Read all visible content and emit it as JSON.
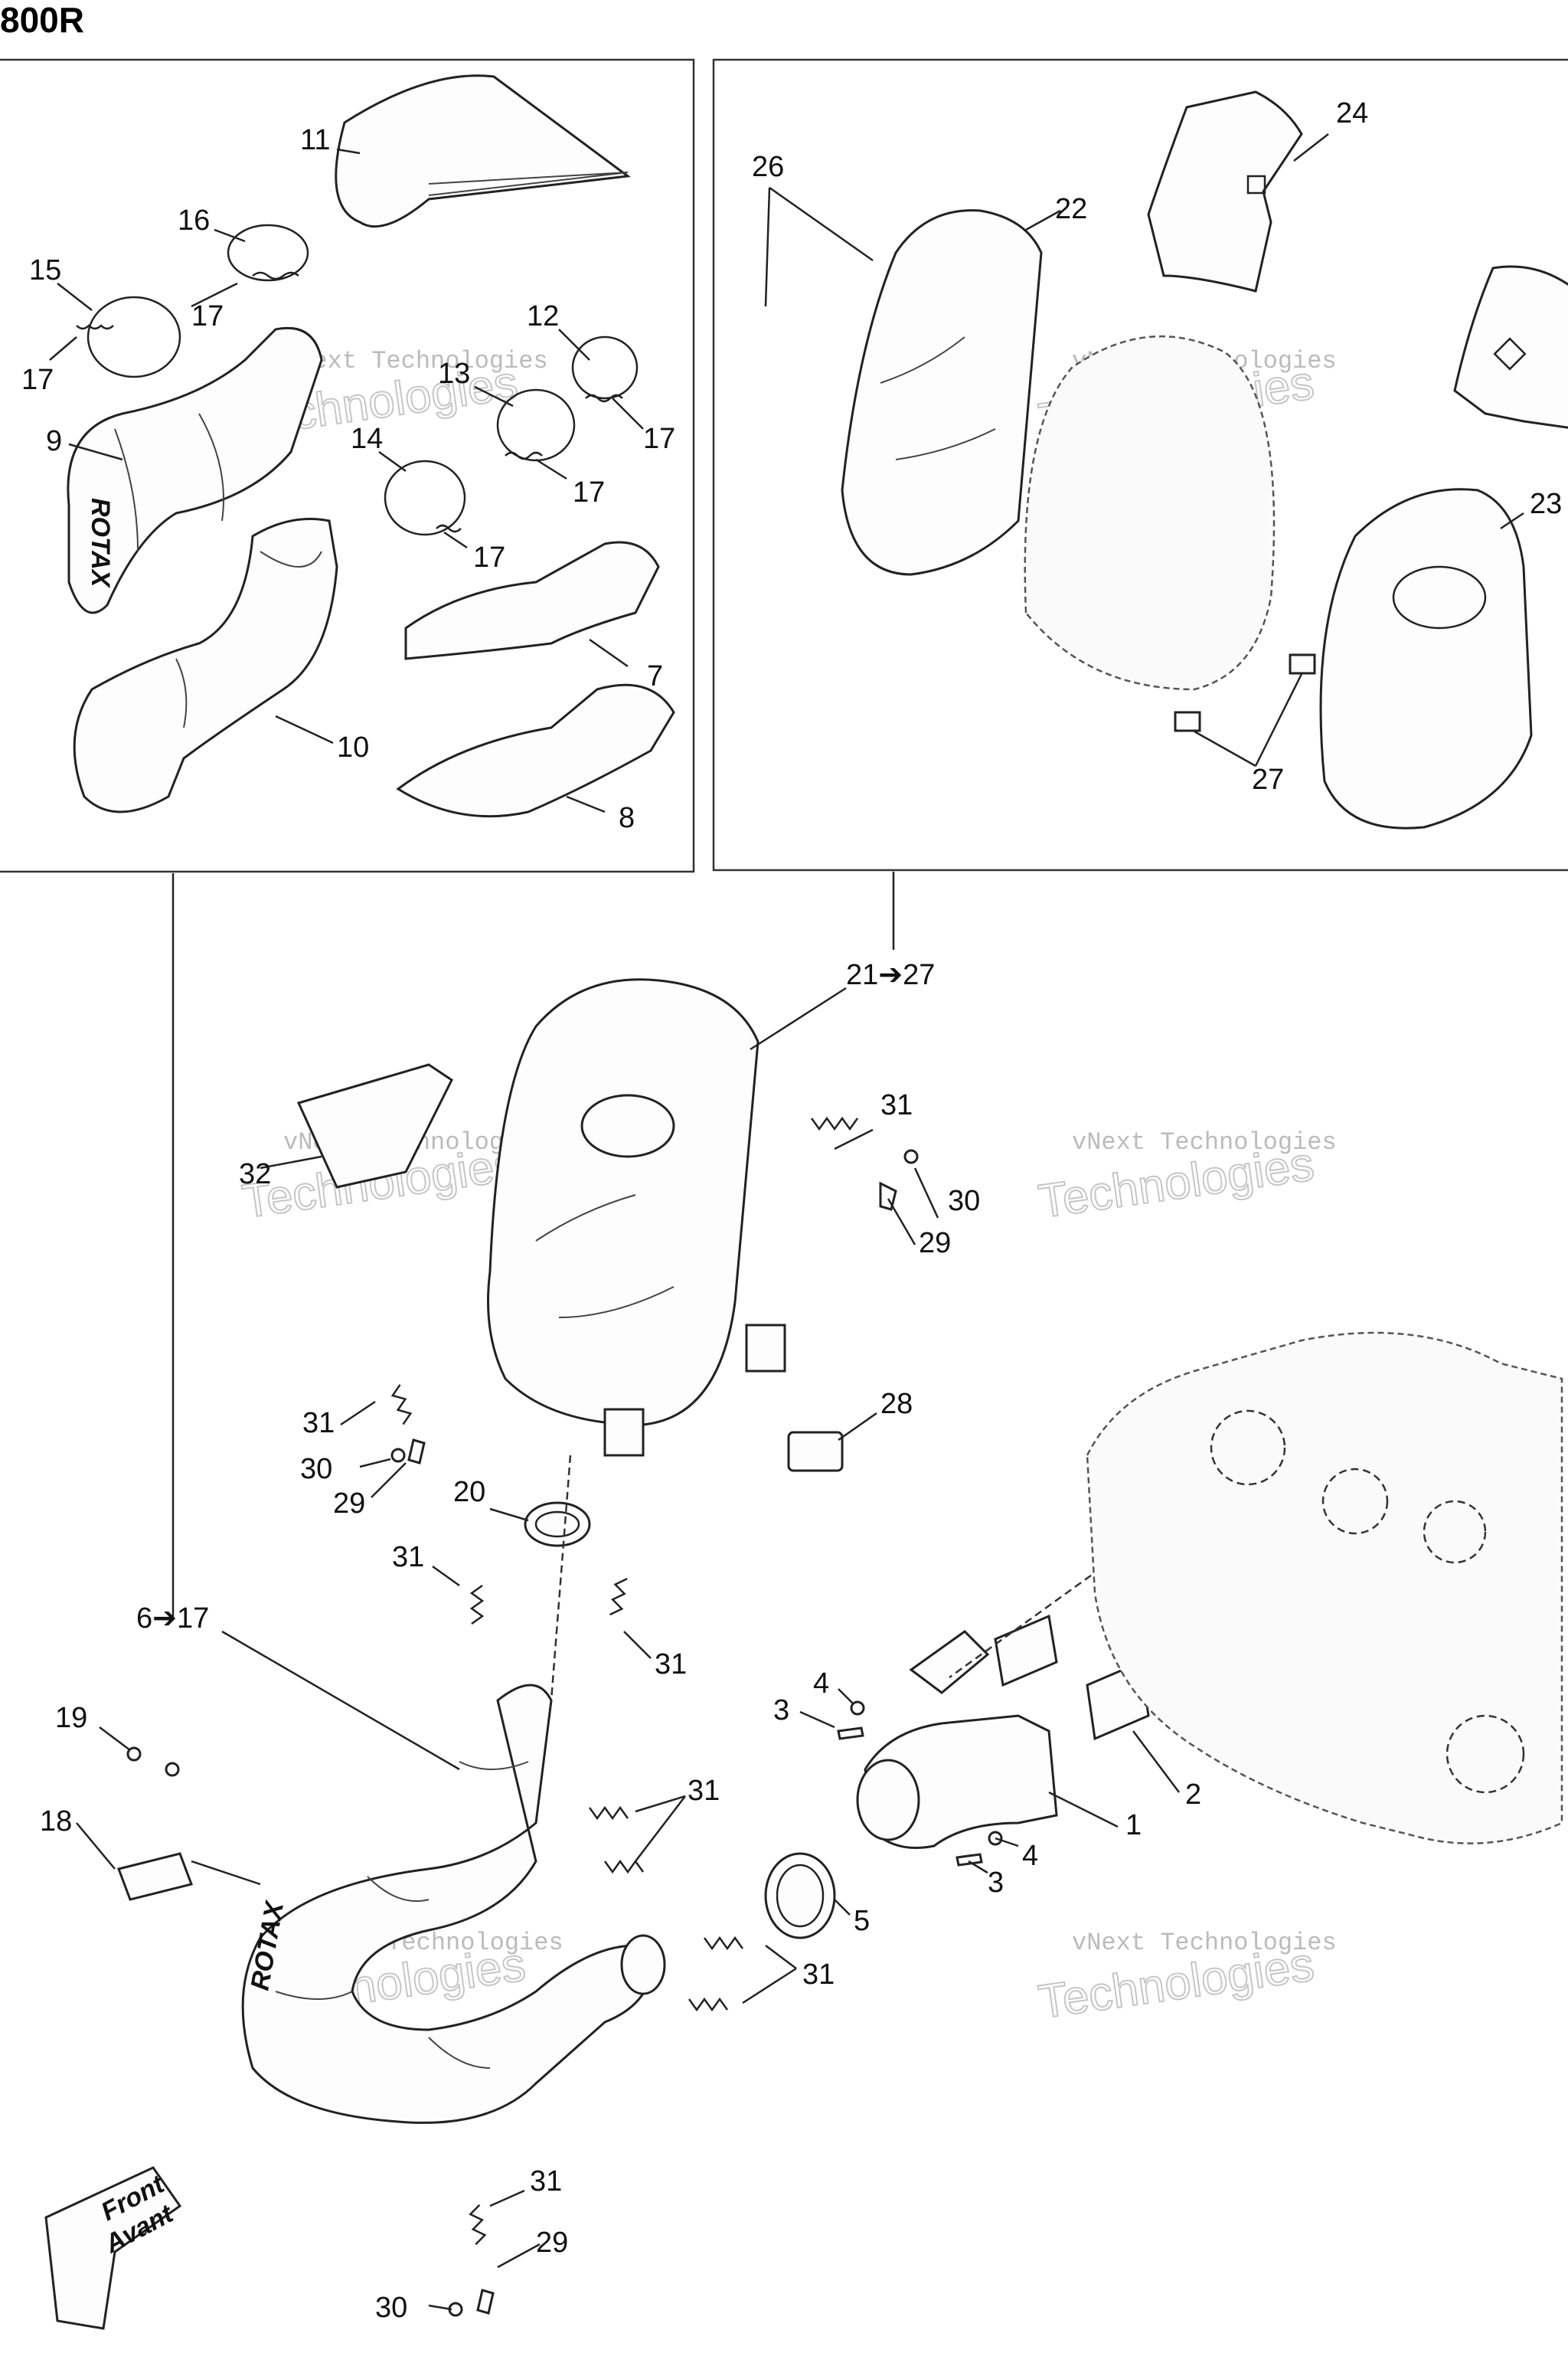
{
  "header": {
    "title": "800R"
  },
  "watermark": {
    "line1": "vNext Technologies",
    "line2": "Technologies"
  },
  "front_badge": {
    "line1": "Front",
    "line2": "Avant"
  },
  "callouts": [
    {
      "id": "c11",
      "text": "11"
    },
    {
      "id": "c16",
      "text": "16"
    },
    {
      "id": "c15",
      "text": "15"
    },
    {
      "id": "c17a",
      "text": "17"
    },
    {
      "id": "c17b",
      "text": "17"
    },
    {
      "id": "c12",
      "text": "12"
    },
    {
      "id": "c13",
      "text": "13"
    },
    {
      "id": "c9",
      "text": "9"
    },
    {
      "id": "c17c",
      "text": "17"
    },
    {
      "id": "c14",
      "text": "14"
    },
    {
      "id": "c17d",
      "text": "17"
    },
    {
      "id": "c17e",
      "text": "17"
    },
    {
      "id": "c7",
      "text": "7"
    },
    {
      "id": "c10",
      "text": "10"
    },
    {
      "id": "c8",
      "text": "8"
    },
    {
      "id": "c26",
      "text": "26"
    },
    {
      "id": "c22",
      "text": "22"
    },
    {
      "id": "c24",
      "text": "24"
    },
    {
      "id": "c23",
      "text": "23"
    },
    {
      "id": "c27",
      "text": "27"
    },
    {
      "id": "c21",
      "text": "21➔27"
    },
    {
      "id": "c31a",
      "text": "31"
    },
    {
      "id": "c32",
      "text": "32"
    },
    {
      "id": "c30a",
      "text": "30"
    },
    {
      "id": "c29a",
      "text": "29"
    },
    {
      "id": "c28",
      "text": "28"
    },
    {
      "id": "c31b",
      "text": "31"
    },
    {
      "id": "c30b",
      "text": "30"
    },
    {
      "id": "c29b",
      "text": "29"
    },
    {
      "id": "c20",
      "text": "20"
    },
    {
      "id": "c31c",
      "text": "31"
    },
    {
      "id": "c31d",
      "text": "31"
    },
    {
      "id": "c6",
      "text": "6➔17"
    },
    {
      "id": "c19",
      "text": "19"
    },
    {
      "id": "c18",
      "text": "18"
    },
    {
      "id": "c3a",
      "text": "3"
    },
    {
      "id": "c4a",
      "text": "4"
    },
    {
      "id": "c31e",
      "text": "31"
    },
    {
      "id": "c1",
      "text": "1"
    },
    {
      "id": "c2",
      "text": "2"
    },
    {
      "id": "c4b",
      "text": "4"
    },
    {
      "id": "c3b",
      "text": "3"
    },
    {
      "id": "c5",
      "text": "5"
    },
    {
      "id": "c31f",
      "text": "31"
    },
    {
      "id": "c31g",
      "text": "31"
    },
    {
      "id": "c30c",
      "text": "30"
    },
    {
      "id": "c29c",
      "text": "29"
    }
  ]
}
